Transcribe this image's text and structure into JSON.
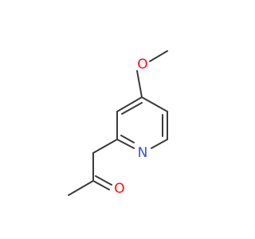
{
  "molecule": {
    "atoms": {
      "oxygen_methoxy": {
        "symbol": "O",
        "color": "#ff0d0d"
      },
      "nitrogen_ring": {
        "symbol": "N",
        "color": "#3050f8"
      },
      "oxygen_carbonyl": {
        "symbol": "O",
        "color": "#ff0d0d"
      }
    },
    "bond_color": "#3a3a3a"
  }
}
